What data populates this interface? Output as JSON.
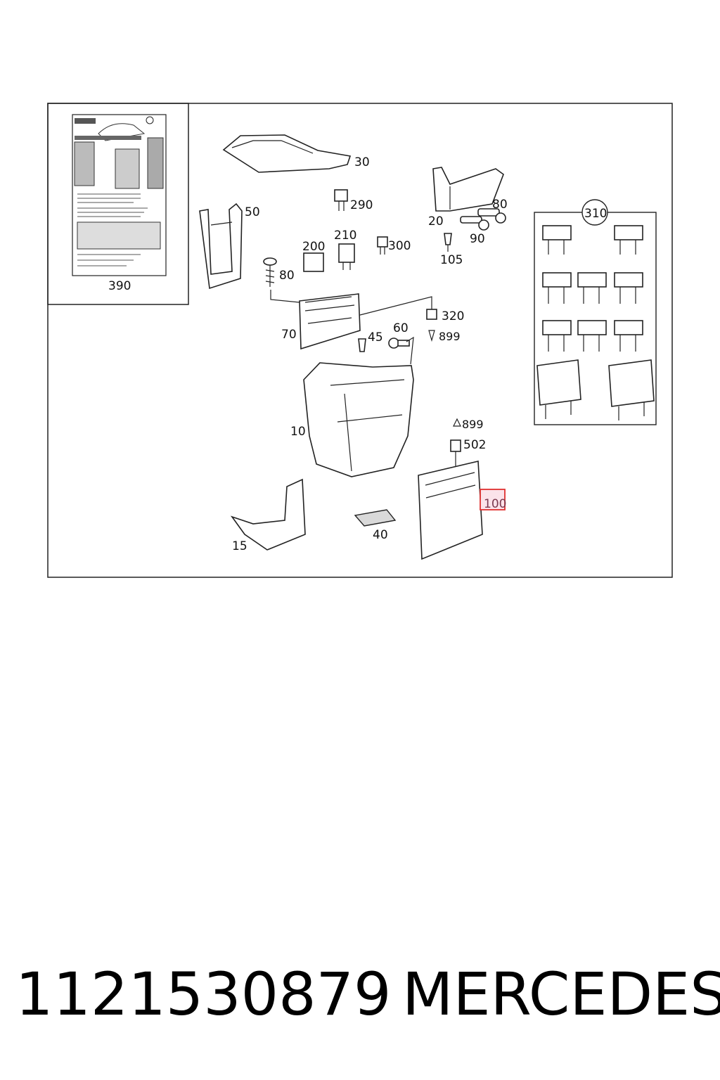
{
  "callouts": {
    "c30": "30",
    "c290": "290",
    "c50": "50",
    "c20": "20",
    "c80a": "80",
    "c90": "90",
    "c105": "105",
    "c210": "210",
    "c200": "200",
    "c300": "300",
    "c80b": "80",
    "c310": "310",
    "c390": "390",
    "c70": "70",
    "c45": "45",
    "c60": "60",
    "c320": "320",
    "c899a": "899",
    "c10": "10",
    "c899b": "899",
    "c502": "502",
    "c100": "100",
    "c15": "15",
    "c40": "40"
  },
  "footer": {
    "part_number": "1121530879",
    "brand": "MERCEDES"
  },
  "colors": {
    "line": "#222222",
    "highlight_border": "#e03030",
    "highlight_fill": "#fbe3ea",
    "highlight_text": "#7b3a50"
  }
}
